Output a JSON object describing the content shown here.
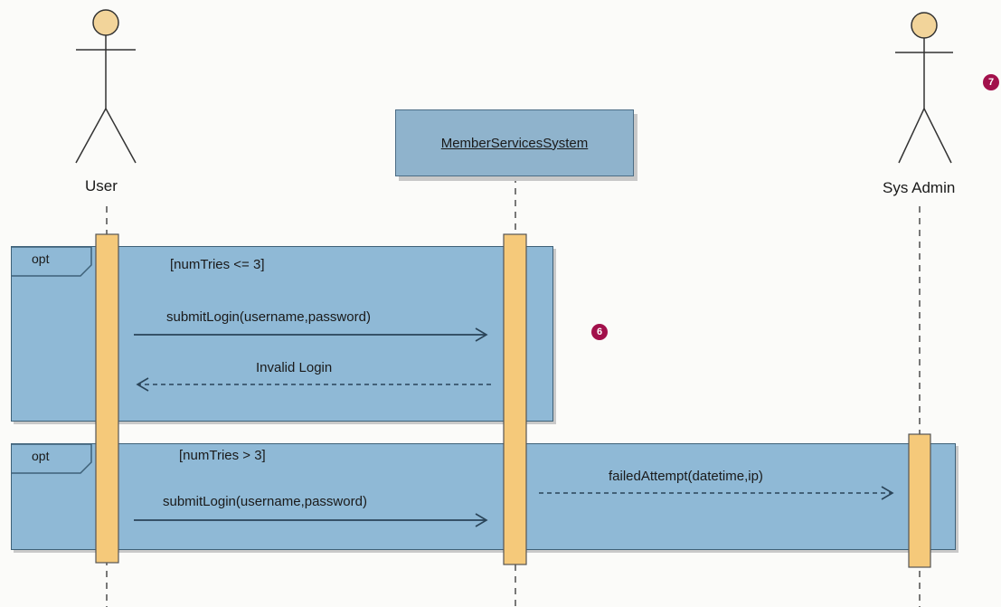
{
  "actors": {
    "user": "User",
    "sys_admin": "Sys Admin"
  },
  "system": {
    "name": "MemberServicesSystem"
  },
  "fragments": [
    {
      "operator": "opt",
      "guard": "[numTries <= 3]",
      "messages": [
        {
          "label": "submitLogin(username,password)",
          "from": "User",
          "to": "MemberServicesSystem",
          "kind": "sync"
        },
        {
          "label": "Invalid Login",
          "from": "MemberServicesSystem",
          "to": "User",
          "kind": "return"
        }
      ]
    },
    {
      "operator": "opt",
      "guard": "[numTries > 3]",
      "messages": [
        {
          "label": "submitLogin(username,password)",
          "from": "User",
          "to": "MemberServicesSystem",
          "kind": "sync"
        },
        {
          "label": "failedAttempt(datetime,ip)",
          "from": "MemberServicesSystem",
          "to": "Sys Admin",
          "kind": "async"
        }
      ]
    }
  ],
  "badges": [
    "6",
    "7"
  ],
  "colors": {
    "fragment_fill": "#8fb9d6",
    "activation_fill": "#f5c97a",
    "badge": "#a2104b",
    "actor_head": "#f2d49a"
  }
}
